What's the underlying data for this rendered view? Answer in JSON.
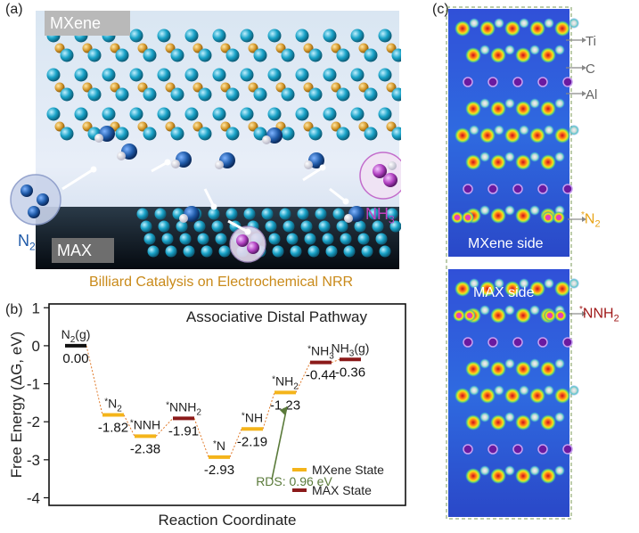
{
  "panel_a": {
    "label": "(a)",
    "mxene_tag": "MXene",
    "max_tag": "MAX",
    "n2_label": "N",
    "n2_sub": "2",
    "nh3_label": "NH",
    "nh3_sub": "3",
    "caption": "Billiard Catalysis on Electrochemical NRR",
    "colors": {
      "ti": "#1aa3c8",
      "c": "#d69a2c",
      "n": "#1f5aa8",
      "h": "#e8e8ee",
      "caption": "#c98a1a"
    }
  },
  "panel_b": {
    "label": "(b)",
    "chart_data": {
      "type": "line",
      "title": "Associative Distal Pathway",
      "xlabel": "Reaction Coordinate",
      "ylabel": "Free Energy (ΔG, eV)",
      "ylim": [
        -4.2,
        1.1
      ],
      "yticks": [
        1,
        0,
        -1,
        -2,
        -3,
        -4
      ],
      "ytick_labels": [
        "1",
        "0",
        "-1",
        "-2",
        "-3",
        "-4"
      ],
      "steps": [
        {
          "label": "N2(g)",
          "label_main": "N",
          "label_sub": "2",
          "label_tail": "(g)",
          "prefix": "",
          "value": 0.0,
          "value_label": "0.00",
          "state": "initial"
        },
        {
          "label": "*N2",
          "label_main": "N",
          "label_sub": "2",
          "label_tail": "",
          "prefix": "*",
          "value": -1.82,
          "value_label": "-1.82",
          "state": "MXene"
        },
        {
          "label": "*NNH",
          "label_main": "NNH",
          "label_sub": "",
          "label_tail": "",
          "prefix": "*",
          "value": -2.38,
          "value_label": "-2.38",
          "state": "MXene"
        },
        {
          "label": "*NNH2",
          "label_main": "NNH",
          "label_sub": "2",
          "label_tail": "",
          "prefix": "*",
          "value": -1.91,
          "value_label": "-1.91",
          "state": "MAX"
        },
        {
          "label": "*N",
          "label_main": "N",
          "label_sub": "",
          "label_tail": "",
          "prefix": "*",
          "value": -2.93,
          "value_label": "-2.93",
          "state": "MXene"
        },
        {
          "label": "*NH",
          "label_main": "NH",
          "label_sub": "",
          "label_tail": "",
          "prefix": "*",
          "value": -2.19,
          "value_label": "-2.19",
          "state": "MXene"
        },
        {
          "label": "*NH2",
          "label_main": "NH",
          "label_sub": "2",
          "label_tail": "",
          "prefix": "*",
          "value": -1.23,
          "value_label": "-1.23",
          "state": "MXene"
        },
        {
          "label": "*NH3",
          "label_main": "NH",
          "label_sub": "3",
          "label_tail": "",
          "prefix": "*",
          "value": -0.44,
          "value_label": "-0.44",
          "state": "MAX"
        },
        {
          "label": "NH3(g)",
          "label_main": "NH",
          "label_sub": "3",
          "label_tail": "(g)",
          "prefix": "",
          "value": -0.36,
          "value_label": "-0.36",
          "state": "MAX"
        }
      ],
      "annotation": "RDS: 0.96 eV",
      "legend": [
        {
          "name": "MXene State",
          "color": "#f4b41a"
        },
        {
          "name": "MAX State",
          "color": "#8b1a1a"
        }
      ],
      "legend_position": "bottom-right",
      "colors": {
        "initial": "#111111",
        "MXene": "#f4b41a",
        "MAX": "#8b1a1a",
        "connector": "#e07a2a",
        "annotation": "#5a7a3a"
      }
    }
  },
  "panel_c": {
    "label": "(c)",
    "atom_labels": [
      "Ti",
      "C",
      "Al"
    ],
    "n2_label_prefix": "*",
    "n2_label_main": "N",
    "n2_label_sub": "2",
    "nnh2_label_prefix": "*",
    "nnh2_label_main": "NNH",
    "nnh2_label_sub": "2",
    "mxene_side": "MXene side",
    "max_side": "MAX side",
    "colors": {
      "n2_label": "#e8a317",
      "nnh2_label": "#a01a1a",
      "map_bg": "#2f4fd0"
    }
  }
}
